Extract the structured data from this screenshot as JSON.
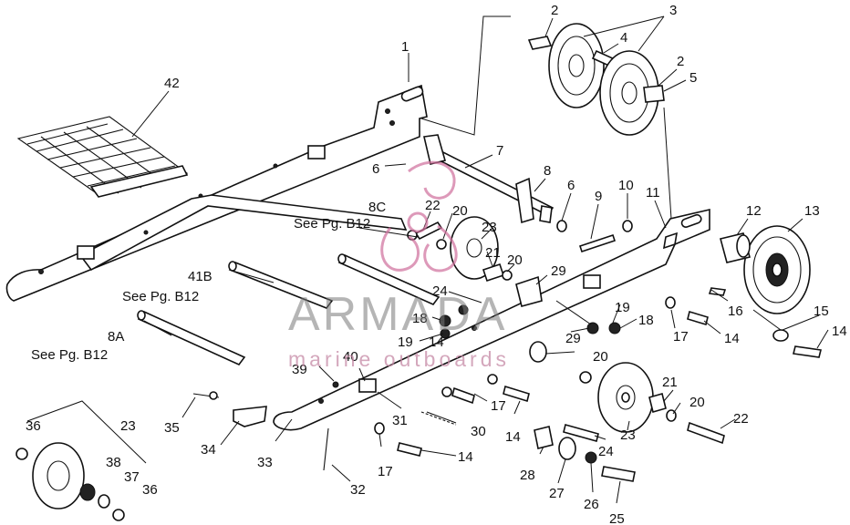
{
  "diagram": {
    "callouts": [
      {
        "id": "c1",
        "text": "1"
      },
      {
        "id": "c2a",
        "text": "2"
      },
      {
        "id": "c2b",
        "text": "2"
      },
      {
        "id": "c3",
        "text": "3"
      },
      {
        "id": "c4",
        "text": "4"
      },
      {
        "id": "c5",
        "text": "5"
      },
      {
        "id": "c6a",
        "text": "6"
      },
      {
        "id": "c6b",
        "text": "6"
      },
      {
        "id": "c7",
        "text": "7"
      },
      {
        "id": "c8",
        "text": "8"
      },
      {
        "id": "c8c",
        "text": "8C"
      },
      {
        "id": "c8a",
        "text": "8A"
      },
      {
        "id": "c9",
        "text": "9"
      },
      {
        "id": "c10",
        "text": "10"
      },
      {
        "id": "c11",
        "text": "11"
      },
      {
        "id": "c12",
        "text": "12"
      },
      {
        "id": "c13",
        "text": "13"
      },
      {
        "id": "c14a",
        "text": "14"
      },
      {
        "id": "c14b",
        "text": "14"
      },
      {
        "id": "c14c",
        "text": "14"
      },
      {
        "id": "c14d",
        "text": "14"
      },
      {
        "id": "c14e",
        "text": "14"
      },
      {
        "id": "c15",
        "text": "15"
      },
      {
        "id": "c16",
        "text": "16"
      },
      {
        "id": "c17a",
        "text": "17"
      },
      {
        "id": "c17b",
        "text": "17"
      },
      {
        "id": "c17c",
        "text": "17"
      },
      {
        "id": "c18a",
        "text": "18"
      },
      {
        "id": "c18b",
        "text": "18"
      },
      {
        "id": "c19a",
        "text": "19"
      },
      {
        "id": "c19b",
        "text": "19"
      },
      {
        "id": "c20a",
        "text": "20"
      },
      {
        "id": "c20b",
        "text": "20"
      },
      {
        "id": "c20c",
        "text": "20"
      },
      {
        "id": "c20d",
        "text": "20"
      },
      {
        "id": "c21a",
        "text": "21"
      },
      {
        "id": "c21b",
        "text": "21"
      },
      {
        "id": "c22a",
        "text": "22"
      },
      {
        "id": "c22b",
        "text": "22"
      },
      {
        "id": "c23a",
        "text": "23"
      },
      {
        "id": "c23b",
        "text": "23"
      },
      {
        "id": "c23c",
        "text": "23"
      },
      {
        "id": "c24a",
        "text": "24"
      },
      {
        "id": "c24b",
        "text": "24"
      },
      {
        "id": "c25",
        "text": "25"
      },
      {
        "id": "c26",
        "text": "26"
      },
      {
        "id": "c27",
        "text": "27"
      },
      {
        "id": "c28",
        "text": "28"
      },
      {
        "id": "c29a",
        "text": "29"
      },
      {
        "id": "c29b",
        "text": "29"
      },
      {
        "id": "c30",
        "text": "30"
      },
      {
        "id": "c31",
        "text": "31"
      },
      {
        "id": "c32",
        "text": "32"
      },
      {
        "id": "c33",
        "text": "33"
      },
      {
        "id": "c34",
        "text": "34"
      },
      {
        "id": "c35",
        "text": "35"
      },
      {
        "id": "c36a",
        "text": "36"
      },
      {
        "id": "c36b",
        "text": "36"
      },
      {
        "id": "c37",
        "text": "37"
      },
      {
        "id": "c38",
        "text": "38"
      },
      {
        "id": "c39",
        "text": "39"
      },
      {
        "id": "c40",
        "text": "40"
      },
      {
        "id": "c41b",
        "text": "41B"
      },
      {
        "id": "c42",
        "text": "42"
      }
    ],
    "references": [
      {
        "id": "r8c",
        "text": "See Pg. B12"
      },
      {
        "id": "r41b",
        "text": "See Pg. B12"
      },
      {
        "id": "r8a",
        "text": "See Pg. B12"
      }
    ],
    "watermark": {
      "brand": "ARMADA",
      "tagline": "marine outboards",
      "color_logo": "#d06f9c",
      "color_text": "#7a7a7a"
    }
  }
}
